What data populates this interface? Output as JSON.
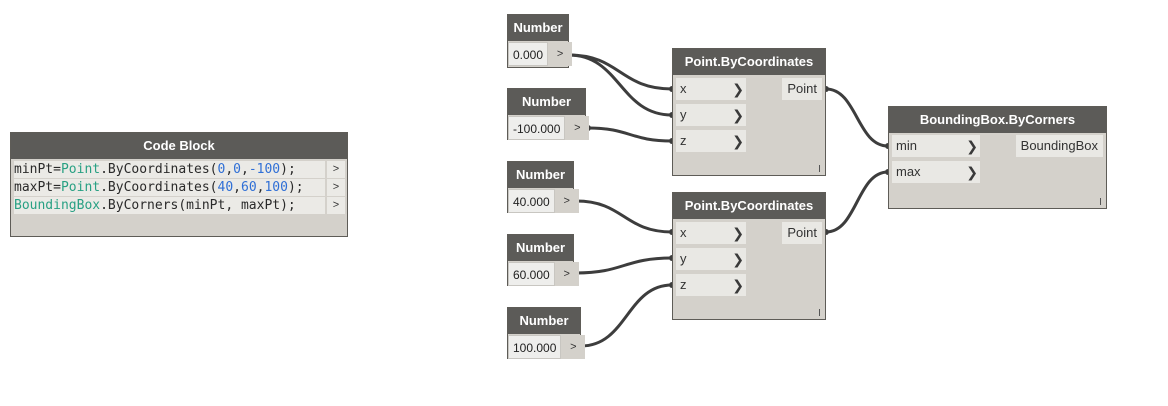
{
  "code_block": {
    "title": "Code Block",
    "lines": [
      {
        "parts": [
          {
            "t": "minPt=",
            "c": ""
          },
          {
            "t": "Point",
            "c": "class"
          },
          {
            "t": ".ByCoordinates(",
            "c": ""
          },
          {
            "t": "0",
            "c": "num"
          },
          {
            "t": ",",
            "c": ""
          },
          {
            "t": "0",
            "c": "num"
          },
          {
            "t": ",",
            "c": ""
          },
          {
            "t": "-100",
            "c": "num"
          },
          {
            "t": ");",
            "c": ""
          }
        ]
      },
      {
        "parts": [
          {
            "t": "maxPt=",
            "c": ""
          },
          {
            "t": "Point",
            "c": "class"
          },
          {
            "t": ".ByCoordinates(",
            "c": ""
          },
          {
            "t": "40",
            "c": "num"
          },
          {
            "t": ",",
            "c": ""
          },
          {
            "t": "60",
            "c": "num"
          },
          {
            "t": ",",
            "c": ""
          },
          {
            "t": "100",
            "c": "num"
          },
          {
            "t": ");",
            "c": ""
          }
        ]
      },
      {
        "parts": [
          {
            "t": "BoundingBox",
            "c": "class"
          },
          {
            "t": ".ByCorners(minPt, maxPt);",
            "c": ""
          }
        ]
      }
    ],
    "output_glyph": ">"
  },
  "number_nodes": [
    {
      "title": "Number",
      "value": "0.000",
      "output_glyph": ">"
    },
    {
      "title": "Number",
      "value": "-100.000",
      "output_glyph": ">"
    },
    {
      "title": "Number",
      "value": "40.000",
      "output_glyph": ">"
    },
    {
      "title": "Number",
      "value": "60.000",
      "output_glyph": ">"
    },
    {
      "title": "Number",
      "value": "100.000",
      "output_glyph": ">"
    }
  ],
  "point_nodes": [
    {
      "title": "Point.ByCoordinates",
      "inputs": [
        "x",
        "y",
        "z"
      ],
      "output": "Point"
    },
    {
      "title": "Point.ByCoordinates",
      "inputs": [
        "x",
        "y",
        "z"
      ],
      "output": "Point"
    }
  ],
  "bbox_node": {
    "title": "BoundingBox.ByCorners",
    "inputs": [
      "min",
      "max"
    ],
    "output": "BoundingBox"
  },
  "colors": {
    "wire": "#3d3d3d",
    "node_header": "#5c5b58",
    "node_body": "#d4d1cb",
    "port_bg": "#e9e8e4",
    "class_token": "#28a083",
    "number_token": "#2f6fd6"
  },
  "icons": {
    "input_port": "chevron-right-icon",
    "output_port": "greater-than-icon"
  }
}
